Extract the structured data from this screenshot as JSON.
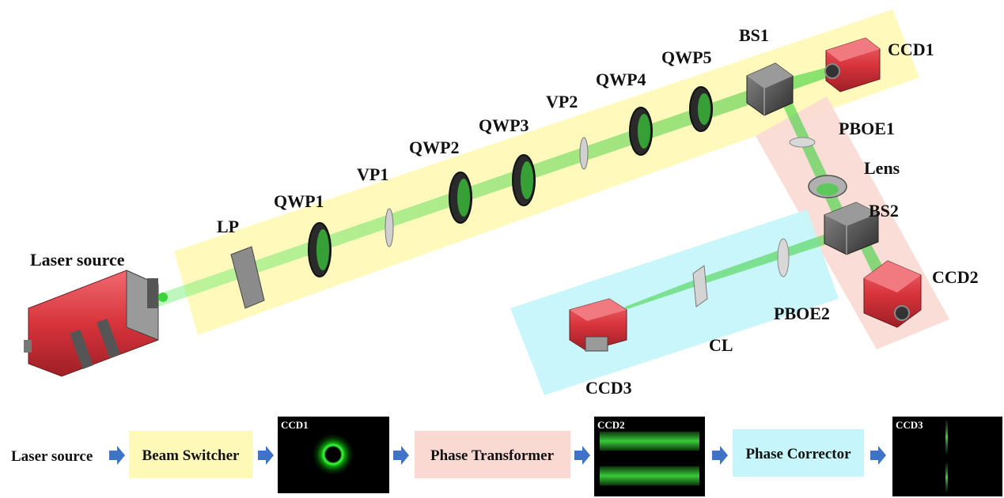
{
  "components": {
    "laser_source": "Laser source",
    "lp": "LP",
    "qwp1": "QWP1",
    "vp1": "VP1",
    "qwp2": "QWP2",
    "qwp3": "QWP3",
    "vp2": "VP2",
    "qwp4": "QWP4",
    "qwp5": "QWP5",
    "bs1": "BS1",
    "ccd1": "CCD1",
    "pboe1": "PBOE1",
    "lens": "Lens",
    "bs2": "BS2",
    "ccd2": "CCD2",
    "pboe2": "PBOE2",
    "cl": "CL",
    "ccd3": "CCD3"
  },
  "flow": {
    "start": "Laser source",
    "beam_switcher": "Beam Switcher",
    "phase_transformer": "Phase Transformer",
    "phase_corrector": "Phase Corrector",
    "ccd1_label": "CCD1",
    "ccd2_label": "CCD2",
    "ccd3_label": "CCD3"
  },
  "colors": {
    "beam_switcher_zone": "#fff9b8",
    "phase_transformer_zone": "#fbd9d3",
    "phase_corrector_zone": "#c6f6fb",
    "beam": "#3cd23c",
    "camera_body": "#d8343c",
    "arrow": "#3f73c7"
  }
}
